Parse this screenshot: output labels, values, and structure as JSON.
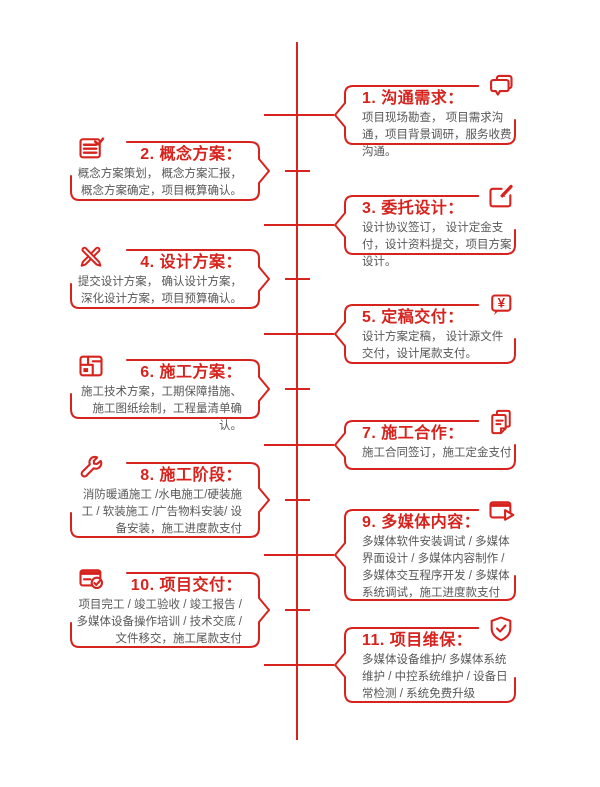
{
  "colors": {
    "accent": "#d7231e",
    "body_text": "#595757",
    "background": "#ffffff"
  },
  "timeline": {
    "orientation": "vertical",
    "step_count": 11
  },
  "steps": [
    {
      "label": "1. 沟通需求：",
      "side": "right",
      "icon": "chat-bubbles-icon",
      "desc": "项目现场勘查， 项目需求沟通，项目背景调研，服务收费沟通。"
    },
    {
      "label": "2.  概念方案：",
      "side": "left",
      "icon": "memo-check-icon",
      "desc": "概念方案策划， 概念方案汇报，概念方案确定，项目概算确认。"
    },
    {
      "label": "3. 委托设计：",
      "side": "right",
      "icon": "edit-pencil-icon",
      "desc": "设计协议签订， 设计定金支付，设计资料提交，项目方案设计。"
    },
    {
      "label": "4.  设计方案：",
      "side": "left",
      "icon": "crossed-pens-icon",
      "desc": "提交设计方案， 确认设计方案，深化设计方案，项目预算确认。"
    },
    {
      "label": "5. 定稿交付：",
      "side": "right",
      "icon": "yen-bubble-icon",
      "desc": "设计方案定稿， 设计源文件交付，设计尾款支付。"
    },
    {
      "label": "6.  施工方案：",
      "side": "left",
      "icon": "floor-plan-icon",
      "desc": "施工技术方案，工期保障措施、施工图纸绘制，工程量清单确认。"
    },
    {
      "label": "7. 施工合作：",
      "side": "right",
      "icon": "documents-icon",
      "desc": "施工合同签订，施工定金支付"
    },
    {
      "label": "8.  施工阶段：",
      "side": "left",
      "icon": "wrench-icon",
      "desc": "消防暖通施工 /水电施工/硬装施工 / 软装施工 /广告物料安装/ 设备安装，施工进度款支付"
    },
    {
      "label": "9. 多媒体内容：",
      "side": "right",
      "icon": "media-play-icon",
      "desc": "多媒体软件安装调试 / 多媒体界面设计 / 多媒体内容制作 / 多媒体交互程序开发 / 多媒体系统调试，施工进度款支付"
    },
    {
      "label": "10.  项目交付：",
      "side": "left",
      "icon": "card-check-icon",
      "desc": "项目完工 / 竣工验收 / 竣工报告 / 多媒体设备操作培训 / 技术交底 / 文件移交，施工尾款支付"
    },
    {
      "label": "11. 项目维保：",
      "side": "right",
      "icon": "shield-check-icon",
      "desc": "多媒体设备维护/ 多媒体系统维护 / 中控系统维护 / 设备日常检测 / 系统免费升级"
    }
  ]
}
